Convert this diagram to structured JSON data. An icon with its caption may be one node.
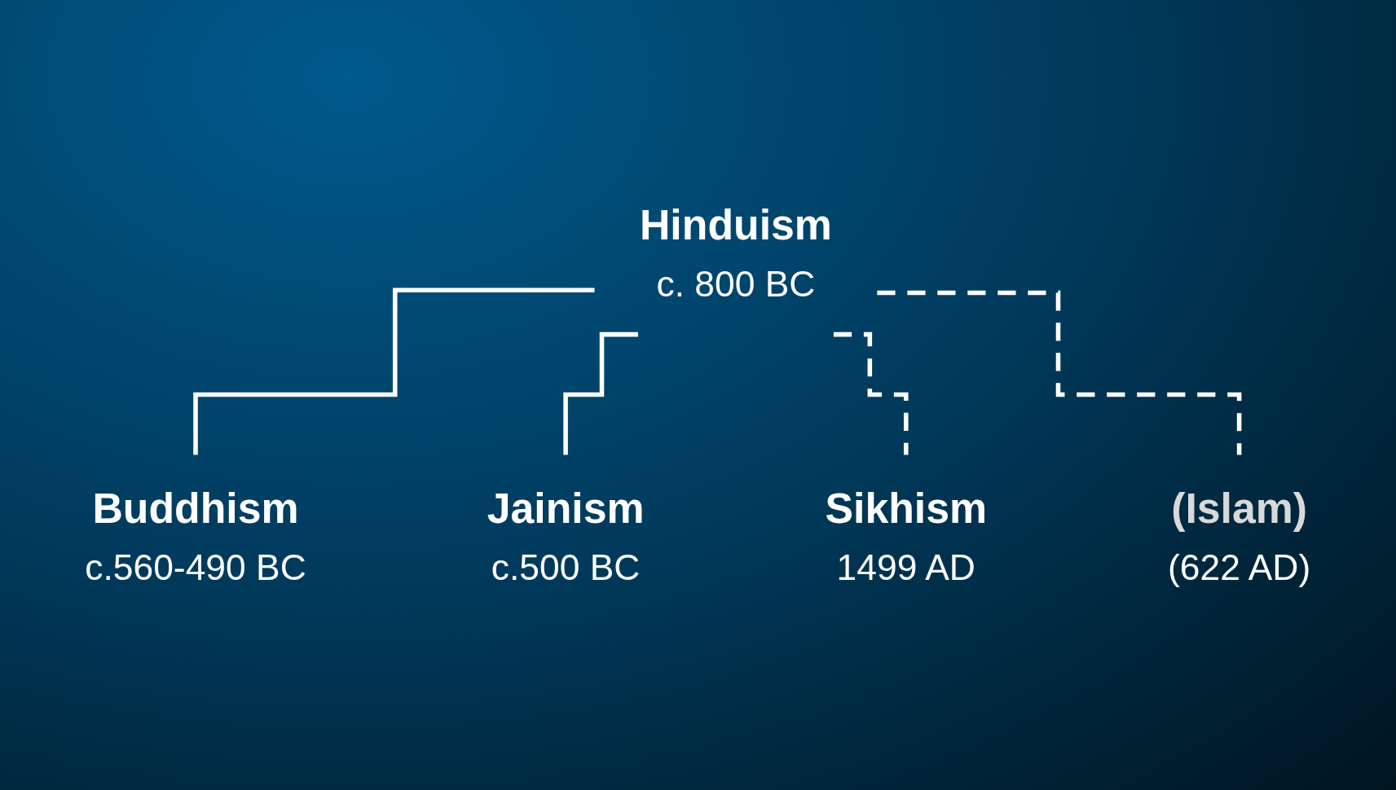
{
  "diagram": {
    "nodes": [
      {
        "text": [
          "Hinduism",
          "c. 800 BC"
        ]
      },
      {
        "text": [
          "Buddhism",
          "c.560-490 BC"
        ]
      },
      {
        "text": [
          "Jainism",
          "c.500 BC"
        ]
      },
      {
        "text": [
          "(Islam)",
          "(622 AD)"
        ]
      },
      {
        "text": [
          "Sikhism",
          "1499 AD"
        ]
      }
    ],
    "edges": [
      {
        "from": 0,
        "to": 1,
        "arrow": "none"
      },
      {
        "from": 0,
        "to": 2,
        "arrow": "none"
      },
      {
        "from": 0,
        "to": 4,
        "arrow": "none",
        "style": "dashed"
      },
      {
        "from": 0,
        "to": 3,
        "arrow": "none",
        "style": "dashed"
      }
    ]
  }
}
